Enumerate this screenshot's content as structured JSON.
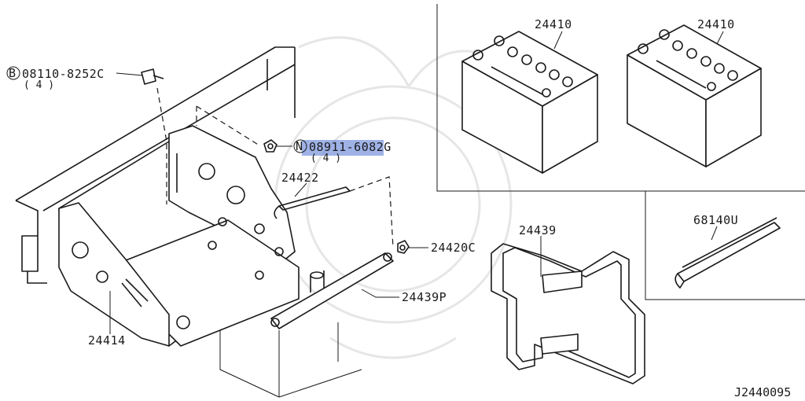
{
  "diagram": {
    "code": "J2440095",
    "highlight_color": "#5f7fd6",
    "parts": [
      {
        "id": "bolt",
        "prefix": "B",
        "number": "08110-8252C",
        "qty": "( 4 )"
      },
      {
        "id": "nut",
        "prefix": "N",
        "number": "08911-6082G",
        "qty": "( 4 )"
      },
      {
        "id": "rod",
        "number": "24422"
      },
      {
        "id": "battery-left",
        "number": "24410"
      },
      {
        "id": "battery-right",
        "number": "24410"
      },
      {
        "id": "nut-c",
        "number": "24420C"
      },
      {
        "id": "frame-bar",
        "number": "24439P"
      },
      {
        "id": "tray",
        "number": "24414"
      },
      {
        "id": "band",
        "number": "24439"
      },
      {
        "id": "clip",
        "number": "68140U"
      }
    ]
  }
}
